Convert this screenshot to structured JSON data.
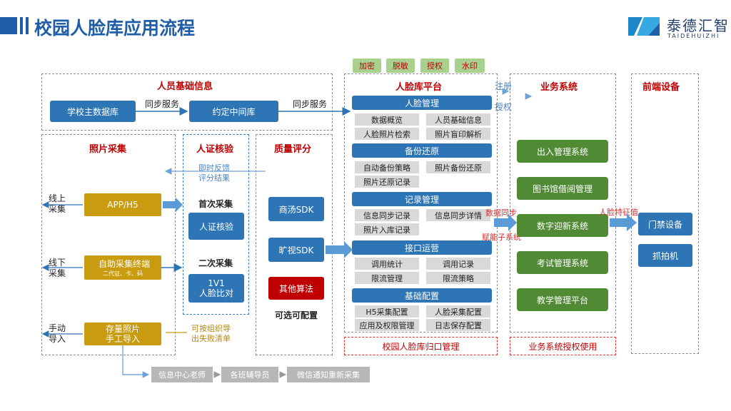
{
  "header": {
    "title": "校园人脸库应用流程",
    "logo_cn": "泰德汇智",
    "logo_en": "TAIDEHUIZHI"
  },
  "top_tags": [
    "加密",
    "脱敏",
    "授权",
    "水印"
  ],
  "personnel": {
    "title": "人员基础信息",
    "school_db": "学校主数据库",
    "middleware": "约定中间库",
    "sync1": "同步服务",
    "sync2": "同步服务"
  },
  "photo": {
    "title": "照片采集",
    "online_label": "线上\n采集",
    "offline_label": "线下\n采集",
    "manual_label": "手动\n导入",
    "app_btn": "APP/H5",
    "terminal_btn": "自助采集终端",
    "terminal_sub": "二代证、卡、码",
    "stock_btn": "存量照片\n手工导入",
    "feedback": "即时反馈\n评分结果",
    "org_import": "可按组织导\n出失败清单"
  },
  "verify": {
    "title": "人证核验",
    "first": "首次采集",
    "verify_btn": "人证核验",
    "second": "二次采集",
    "compare_btn": "1V1\n人脸比对"
  },
  "quality": {
    "title": "质量评分",
    "sdk1": "商汤SDK",
    "sdk2": "旷视SDK",
    "other": "其他算法",
    "optional": "可选可配置"
  },
  "platform": {
    "title": "人脸库平台",
    "register": "注册",
    "authorize": "授权",
    "footer": "校园人脸库归口管理",
    "groups": [
      {
        "name": "人脸管理",
        "items": [
          "数据概览",
          "人员基础信息",
          "人脸照片检索",
          "照片盲印解析"
        ]
      },
      {
        "name": "备份还原",
        "items": [
          "自动备份策略",
          "照片备份还原",
          "照片还原记录"
        ]
      },
      {
        "name": "记录管理",
        "items": [
          "信息同步记录",
          "信息同步详情",
          "照片入库记录"
        ]
      },
      {
        "name": "接口运营",
        "items": [
          "调用统计",
          "调用记录",
          "限流管理",
          "限流策略"
        ]
      },
      {
        "name": "基础配置",
        "items": [
          "H5采集配置",
          "人脸采集配置",
          "应用及权限管理",
          "日志保存配置"
        ]
      }
    ],
    "data_sync": "数据同步",
    "empower": "赋能子系统"
  },
  "business": {
    "title": "业务系统",
    "systems": [
      "出入管理系统",
      "图书馆借阅管理",
      "数字迎新系统",
      "考试管理系统",
      "教学管理平台"
    ],
    "footer": "业务系统授权使用",
    "feature_label": "人脸特征值"
  },
  "devices": {
    "title": "前端设备",
    "items": [
      "门禁设备",
      "抓拍机"
    ]
  },
  "flow": [
    "信息中心老师",
    "各班辅导员",
    "微信通知重新采集"
  ],
  "colors": {
    "blue": "#2e75b6",
    "gold": "#c89b10",
    "green": "#508a34",
    "red": "#c00000",
    "title_blue": "#1f5ea8"
  }
}
